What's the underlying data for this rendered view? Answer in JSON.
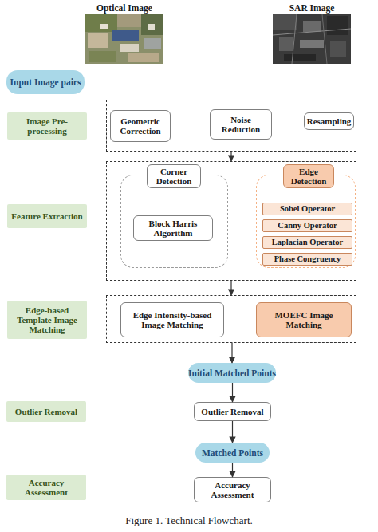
{
  "diagram": {
    "caption": "Figure 1. Technical Flowchart.",
    "nodes": [
      {
        "text": [
          "Optical Image"
        ]
      },
      {
        "text": [
          "SAR Image"
        ]
      },
      {
        "text": [
          "Input Image pairs"
        ]
      },
      {
        "text": [
          "Image Pre-processing"
        ]
      },
      {
        "text": [
          "Geometric Correction"
        ],
        "in": 3
      },
      {
        "text": [
          "Noise Reduction"
        ],
        "in": 3
      },
      {
        "text": [
          "Resampling"
        ],
        "in": 3
      },
      {
        "text": [
          "Feature Extraction"
        ]
      },
      {
        "text": [
          "Corner Detection"
        ],
        "in": 7
      },
      {
        "text": [
          "Block Harris Algorithm"
        ],
        "in": 8
      },
      {
        "text": [
          "Edge Detection"
        ],
        "in": 7
      },
      {
        "text": [
          "Sobel Operator"
        ],
        "in": 10
      },
      {
        "text": [
          "Canny Operator"
        ],
        "in": 10
      },
      {
        "text": [
          "Laplacian Operator"
        ],
        "in": 10
      },
      {
        "text": [
          "Phase Congruency"
        ],
        "in": 10
      },
      {
        "text": [
          "Edge-based Template Image Matching"
        ]
      },
      {
        "text": [
          "Edge Intensity-based Image Matching"
        ],
        "in": 15
      },
      {
        "text": [
          "MOEFC Image Matching"
        ],
        "in": 15
      },
      {
        "text": [
          "Initial Matched Points"
        ]
      },
      {
        "text": [
          "Outlier Removal"
        ]
      },
      {
        "text": [
          "Outlier Removal"
        ]
      },
      {
        "text": [
          "Matched Points"
        ]
      },
      {
        "text": [
          "Accuracy Assessment"
        ]
      },
      {
        "text": [
          "Accuracy Assessment"
        ]
      }
    ],
    "edges": [
      {
        "from": 3,
        "to": 7,
        "arrow": "to"
      },
      {
        "from": 7,
        "to": 15,
        "arrow": "to"
      },
      {
        "from": 15,
        "to": 18,
        "arrow": "to"
      },
      {
        "from": 18,
        "to": 20,
        "arrow": "to"
      },
      {
        "from": 20,
        "to": 21,
        "arrow": "to"
      },
      {
        "from": 21,
        "to": 23,
        "arrow": "to"
      }
    ]
  }
}
